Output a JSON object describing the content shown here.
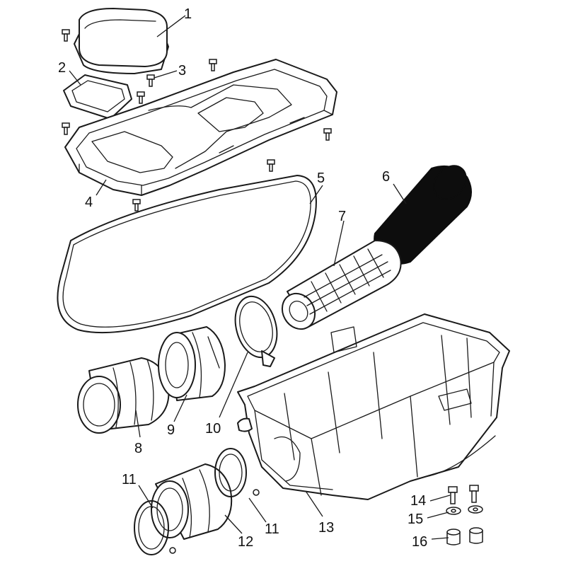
{
  "diagram": {
    "callouts": [
      {
        "id": "1",
        "label": "1"
      },
      {
        "id": "2",
        "label": "2"
      },
      {
        "id": "3",
        "label": "3"
      },
      {
        "id": "4",
        "label": "4"
      },
      {
        "id": "5",
        "label": "5"
      },
      {
        "id": "6",
        "label": "6"
      },
      {
        "id": "7",
        "label": "7"
      },
      {
        "id": "8",
        "label": "8"
      },
      {
        "id": "9",
        "label": "9"
      },
      {
        "id": "10",
        "label": "10"
      },
      {
        "id": "11a",
        "label": "11"
      },
      {
        "id": "11b",
        "label": "11"
      },
      {
        "id": "12",
        "label": "12"
      },
      {
        "id": "13",
        "label": "13"
      },
      {
        "id": "14",
        "label": "14"
      },
      {
        "id": "15",
        "label": "15"
      },
      {
        "id": "16",
        "label": "16"
      }
    ]
  }
}
